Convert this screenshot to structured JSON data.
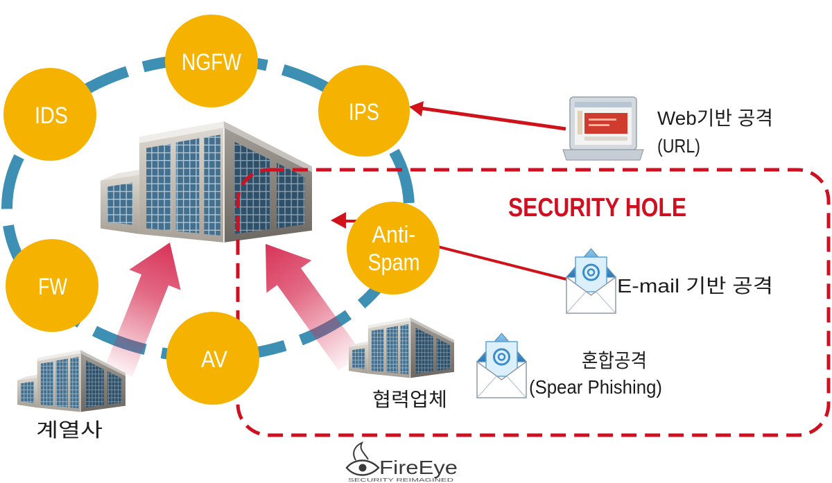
{
  "diagram": {
    "layers": {
      "ngfw": "NGFW",
      "ids": "IDS",
      "ips": "IPS",
      "fw": "FW",
      "av": "AV",
      "anti_spam": [
        "Anti-",
        "Spam"
      ]
    },
    "security_hole": "SECURITY HOLE",
    "attacks": {
      "web": {
        "lines": [
          "Web기반 공격",
          "(URL)"
        ],
        "icon": "laptop-icon"
      },
      "email": {
        "label": "E-mail 기반 공격",
        "icon": "email-icon"
      },
      "mixed": {
        "lines": [
          "혼합공격",
          "(Spear Phishing)"
        ],
        "icon": "email-icon"
      }
    },
    "sites": {
      "affiliate": {
        "label": "계열사",
        "icon": "building-icon"
      },
      "partner": {
        "label": "협력업체",
        "icon": "building-icon"
      }
    },
    "center_icon": "building-icon"
  },
  "logo": {
    "brand": "FireEye",
    "tagline": "SECURITY REIMAGINED",
    "icon": "fireeye-eye-icon"
  },
  "colors": {
    "layer_fill": "#f5b300",
    "ring": "#3d90b3",
    "hole": "#cf1020",
    "attack": "#d0121b",
    "inbound_arrow": "#d6294f"
  }
}
